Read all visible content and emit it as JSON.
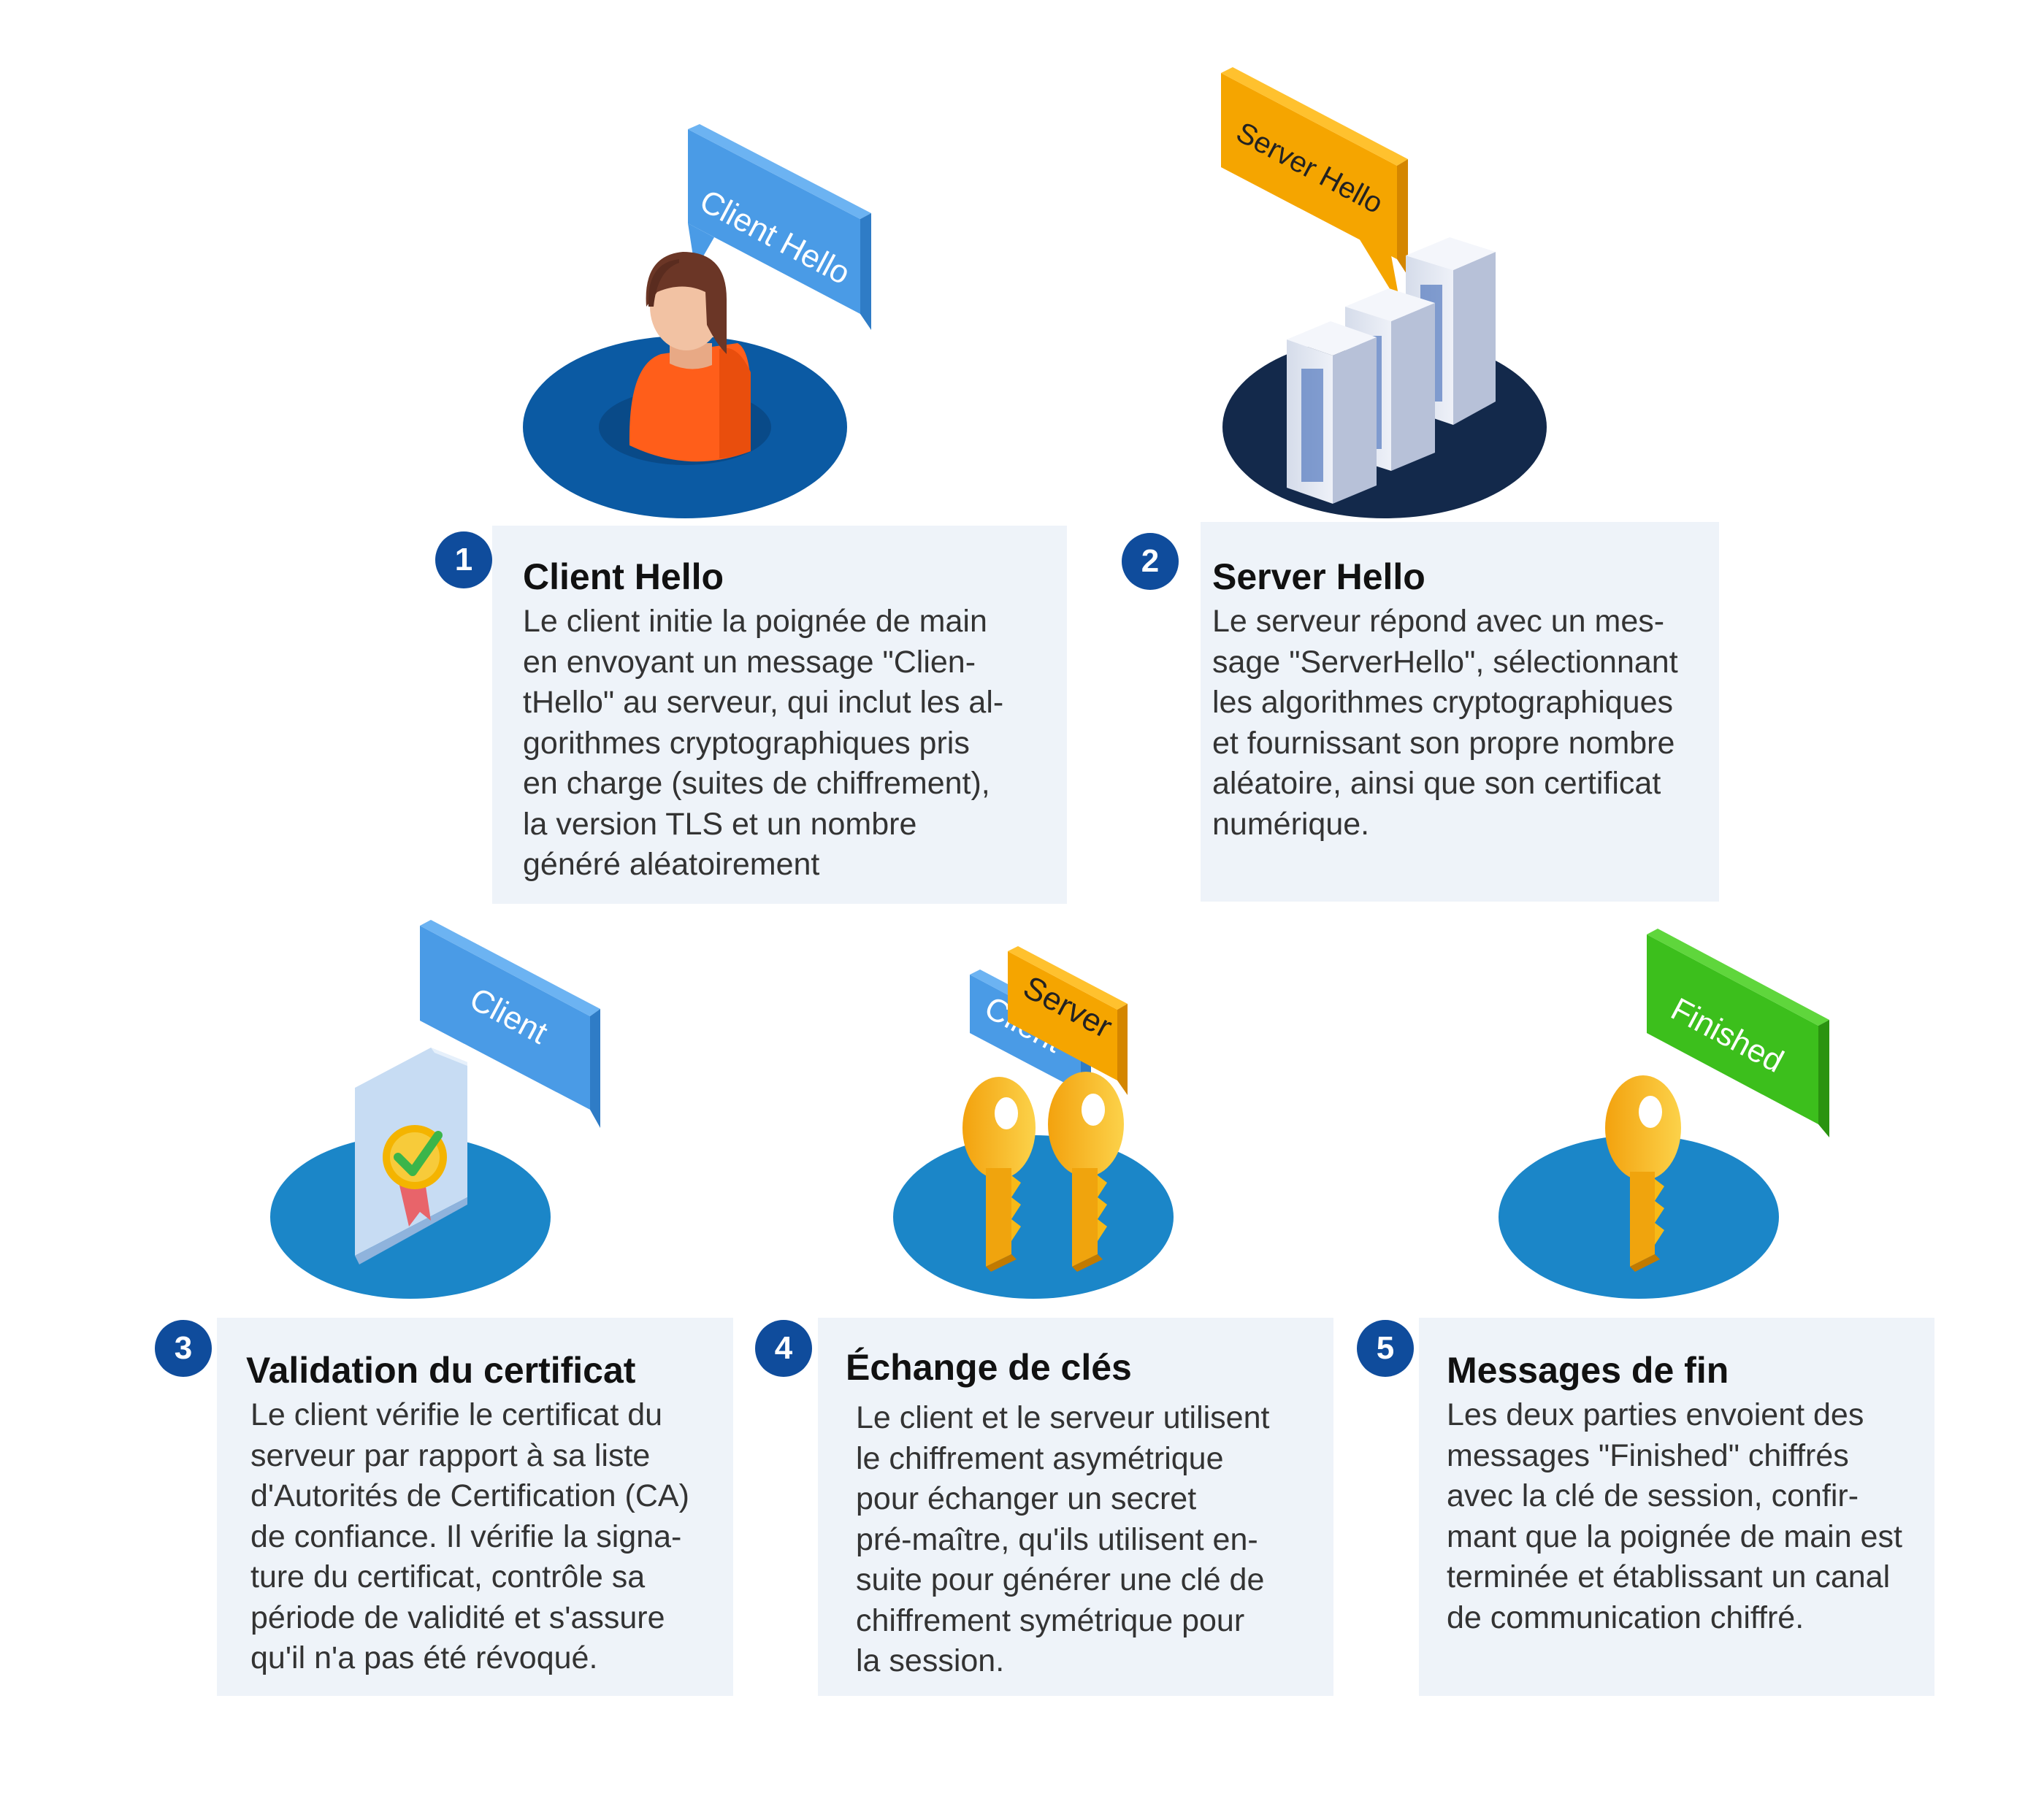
{
  "steps": [
    {
      "number": "1",
      "title": "Client Hello",
      "lines": [
        "Le client initie la poignée de main",
        "en envoyant un message \"Clien-",
        "tHello\" au serveur, qui inclut les al-",
        "gorithmes cryptographiques pris",
        "en charge (suites de chiffrement),",
        "la version TLS et un nombre",
        "généré aléatoirement"
      ]
    },
    {
      "number": "2",
      "title": "Server Hello",
      "lines": [
        "Le serveur répond avec un mes-",
        "sage \"ServerHello\", sélectionnant",
        "les algorithmes cryptographiques",
        "et fournissant son propre nombre",
        "aléatoire, ainsi que son certificat",
        "numérique."
      ]
    },
    {
      "number": "3",
      "title": "Validation du certificat",
      "lines": [
        "Le client vérifie le certificat du",
        "serveur par rapport à sa liste",
        "d'Autorités de Certification (CA)",
        "de confiance. Il vérifie la signa-",
        "ture du certificat, contrôle sa",
        "période de validité et s'assure",
        "qu'il n'a pas été révoqué."
      ]
    },
    {
      "number": "4",
      "title": "Échange de clés",
      "lines": [
        "Le client et le serveur utilisent",
        "le chiffrement asymétrique",
        "pour échanger un secret",
        "pré-maître, qu'ils utilisent en-",
        "suite pour générer une clé de",
        "chiffrement symétrique pour",
        "la session."
      ]
    },
    {
      "number": "5",
      "title": "Messages de fin",
      "lines": [
        "Les deux parties envoient des",
        "messages \"Finished\" chiffrés",
        "avec la clé de session, confir-",
        "mant que la poignée de main est",
        "terminée et établissant un canal",
        "de communication chiffré."
      ]
    }
  ],
  "illustrations": {
    "client_hello_sign": "Client Hello",
    "server_hello_sign": "Server Hello",
    "certificate_sign": "Client",
    "keys_sign_server": "Server",
    "keys_sign_client": "Client",
    "finished_sign": "Finished"
  },
  "colors": {
    "badge": "#0f4c9c",
    "card_bg": "#eef3f9",
    "sign_blue": "#4a9be6",
    "sign_orange": "#f5a500",
    "sign_green": "#3cbf1c",
    "platform_dark_blue": "#0b5aa3",
    "platform_navy": "#13294b",
    "platform_light_blue": "#1b86c8",
    "key_gold": "#f7b917"
  },
  "icons": [
    "person-icon",
    "server-rack-icon",
    "certificate-icon",
    "key-icon"
  ]
}
